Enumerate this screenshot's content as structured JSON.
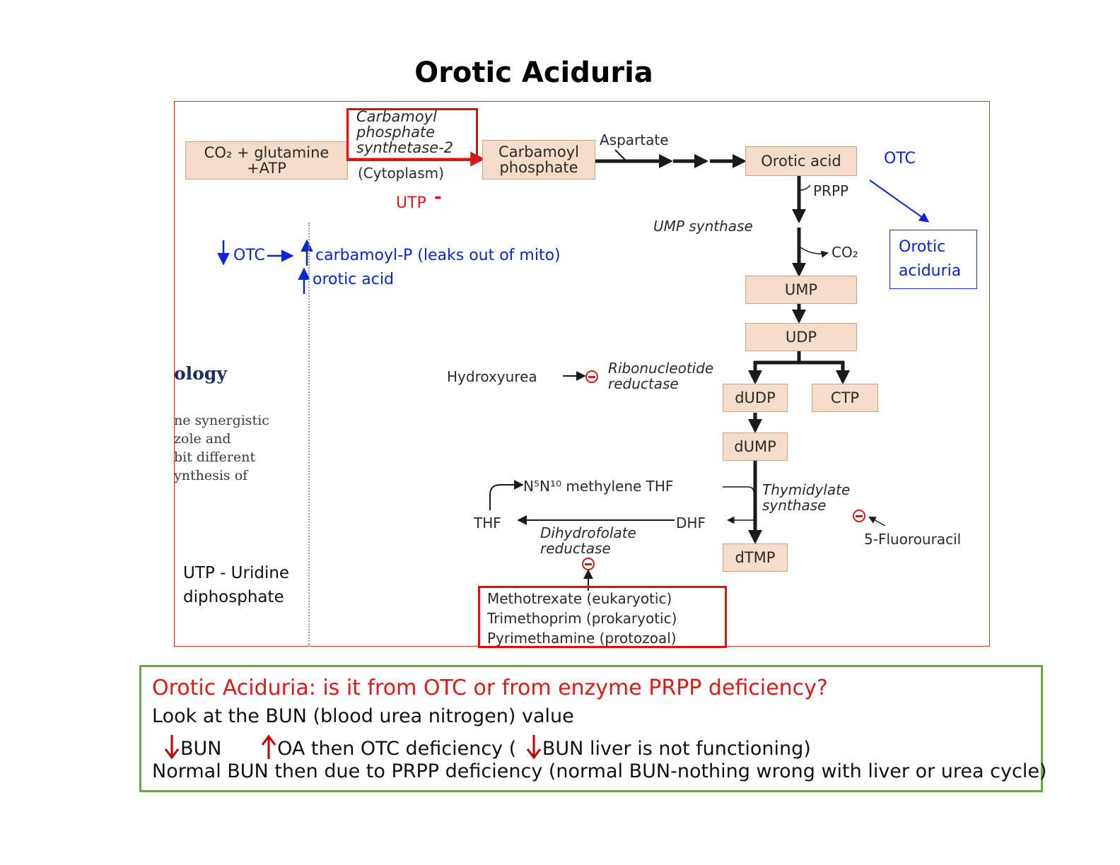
{
  "title": "Orotic Aciduria",
  "pathway": {
    "co2_glutamine": "CO₂ + glutamine",
    "atp": "+ATP",
    "enzyme_line1": "Carbamoyl",
    "enzyme_line2": "phosphate",
    "enzyme_line3": "synthetase-2",
    "cytoplasm": "(Cytoplasm)",
    "carbamoyl_phosphate_line1": "Carbamoyl",
    "carbamoyl_phosphate_line2": "phosphate",
    "aspartate": "Aspartate",
    "orotic_acid": "Orotic acid",
    "prpp": "PRPP",
    "ump_synthase": "UMP synthase",
    "co2": "CO₂",
    "ump": "UMP",
    "udp": "UDP",
    "ribonucleotide_line1": "Ribonucleotide",
    "ribonucleotide_line2": "reductase",
    "hydroxyurea": "Hydroxyurea",
    "dudp": "dUDP",
    "ctp": "CTP",
    "dump": "dUMP",
    "methylene_thf": "N⁵N¹⁰ methylene THF",
    "thymidylate_line1": "Thymidylate",
    "thymidylate_line2": "synthase",
    "thf": "THF",
    "dhf": "DHF",
    "dhfr_line1": "Dihydrofolate",
    "dhfr_line2": "reductase",
    "fluorouracil": "5-Fluorouracil",
    "dtmp": "dTMP",
    "drug1": "Methotrexate (eukaryotic)",
    "drug2": "Trimethoprim (prokaryotic)",
    "drug3": "Pyrimethamine (protozoal)"
  },
  "annotations": {
    "utp": "UTP",
    "utp_sign": "-",
    "otc_right": "OTC",
    "orotic_aciduria_line1": "Orotic",
    "orotic_aciduria_line2": "aciduria",
    "otc_left": "OTC",
    "carbamoyl_leak": "carbamoyl-P (leaks out of mito)",
    "orotic_acid_up": "orotic acid",
    "utp_note_line1": "UTP - Uridine",
    "utp_note_line2": "diphosphate"
  },
  "cropped_text": {
    "heading": "ology",
    "line1": "ne synergistic",
    "line2": "zole and",
    "line3": "bit different",
    "line4": "ynthesis of"
  },
  "summary": {
    "question": "Orotic Aciduria: is it from OTC or from enzyme PRPP deficiency?",
    "line1": "Look at the BUN (blood urea nitrogen) value",
    "bun": "BUN",
    "oa_then": "OA then OTC deficiency (",
    "bun_liver": "BUN liver is not functioning)",
    "line3": "Normal BUN then due to PRPP deficiency (normal BUN-nothing wrong with liver or urea cycle)"
  },
  "colors": {
    "box_fill": "#f3dcca",
    "red": "#e01010",
    "blue": "#0b24d6",
    "green": "#6fa544"
  }
}
